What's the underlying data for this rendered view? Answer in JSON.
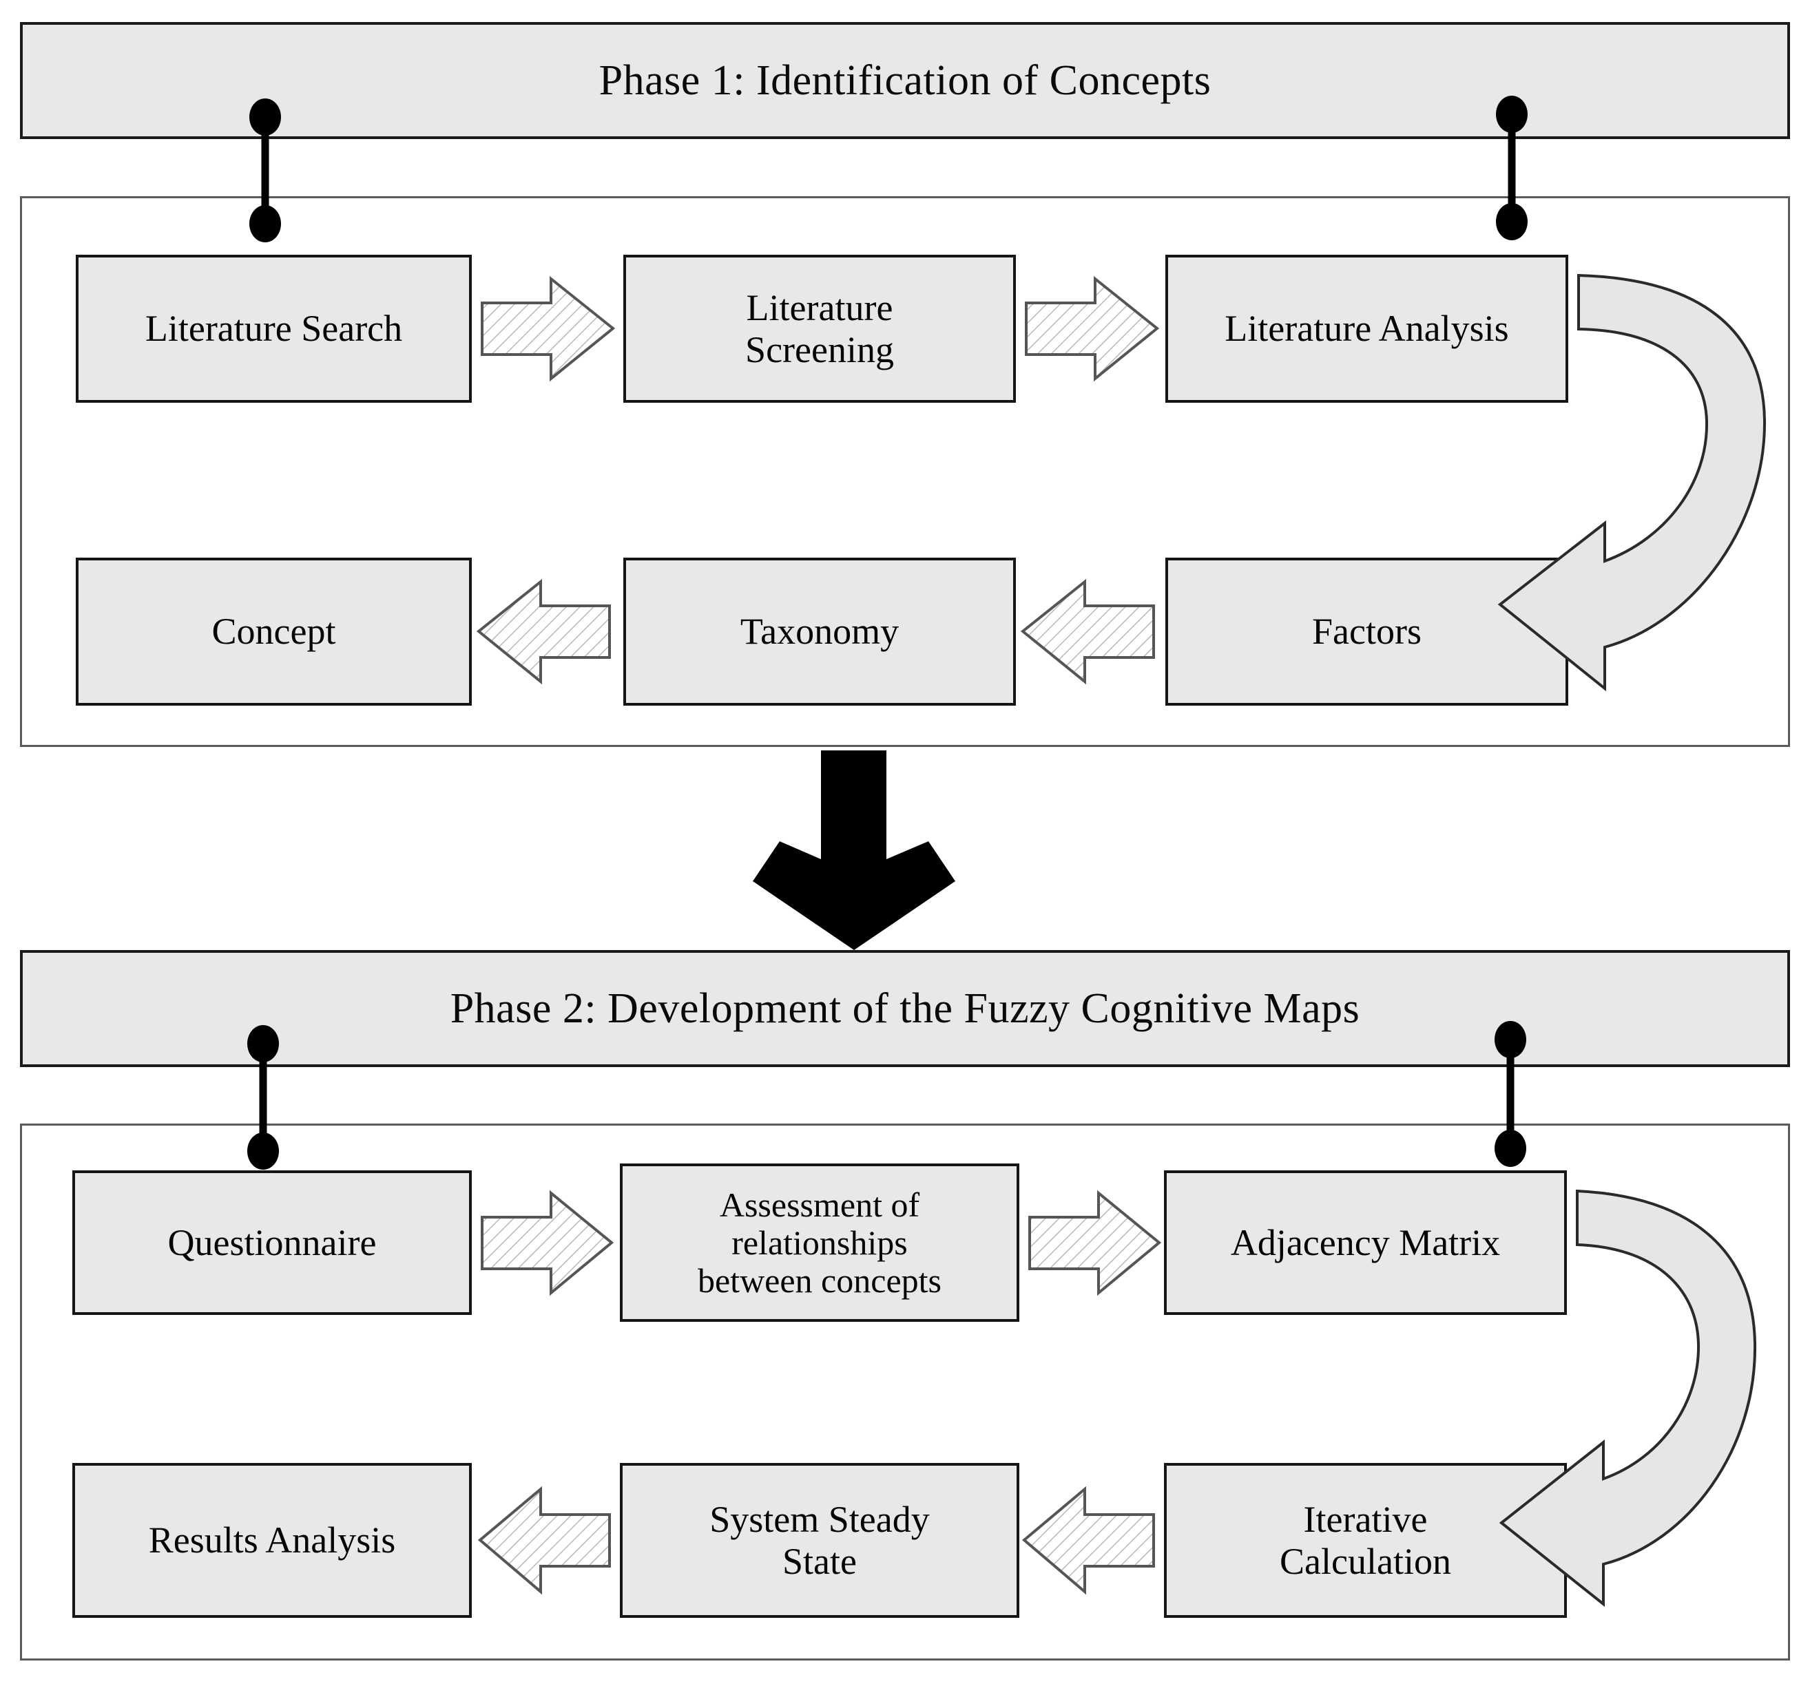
{
  "diagram": {
    "title": "Two-phase research methodology flowchart",
    "colors": {
      "box_fill": "#e8e8e8",
      "box_border": "#151515",
      "container_border": "#5a5a5a",
      "bar_fill": "#e8e8e8",
      "bar_border": "#1a1a1a",
      "hatch_arrow_fill": "#ffffff",
      "hatch_arrow_stroke": "#555555",
      "curved_arrow_fill": "#e6e6e6",
      "curved_arrow_stroke": "#2a2a2a",
      "big_arrow_fill": "#000000",
      "connector_color": "#000000"
    },
    "phases": [
      {
        "id": "phase-1",
        "header": "Phase 1: Identification of Concepts",
        "rows": [
          {
            "id": "phase-1-row-1",
            "direction": "right",
            "nodes": [
              {
                "id": "literature-search",
                "label": "Literature Search"
              },
              {
                "id": "literature-screening",
                "label": "Literature\nScreening"
              },
              {
                "id": "literature-analysis",
                "label": "Literature Analysis"
              }
            ]
          },
          {
            "id": "phase-1-row-2",
            "direction": "left",
            "nodes": [
              {
                "id": "concept",
                "label": "Concept"
              },
              {
                "id": "taxonomy",
                "label": "Taxonomy"
              },
              {
                "id": "factors",
                "label": "Factors"
              }
            ]
          }
        ]
      },
      {
        "id": "phase-2",
        "header": "Phase 2: Development of the Fuzzy Cognitive Maps",
        "rows": [
          {
            "id": "phase-2-row-1",
            "direction": "right",
            "nodes": [
              {
                "id": "questionnaire",
                "label": "Questionnaire"
              },
              {
                "id": "assessment-of-relationships",
                "label": "Assessment of\nrelationships\nbetween concepts"
              },
              {
                "id": "adjacency-matrix",
                "label": "Adjacency Matrix"
              }
            ]
          },
          {
            "id": "phase-2-row-2",
            "direction": "left",
            "nodes": [
              {
                "id": "results-analysis",
                "label": "Results Analysis"
              },
              {
                "id": "system-steady-state",
                "label": "System Steady\nState"
              },
              {
                "id": "iterative-calculation",
                "label": "Iterative\nCalculation"
              }
            ]
          }
        ]
      }
    ],
    "connectors": [
      {
        "id": "phase-1-left-connector",
        "type": "dot-line-dot"
      },
      {
        "id": "phase-1-right-connector",
        "type": "dot-line-dot"
      },
      {
        "id": "phase-2-left-connector",
        "type": "dot-line-dot"
      },
      {
        "id": "phase-2-right-connector",
        "type": "dot-line-dot"
      }
    ],
    "arrows": {
      "phase_transition": "black-down-arrow",
      "loopback_phase_1": "curved-u-turn-arrow",
      "loopback_phase_2": "curved-u-turn-arrow",
      "inline": "hatched-block-arrow"
    }
  }
}
